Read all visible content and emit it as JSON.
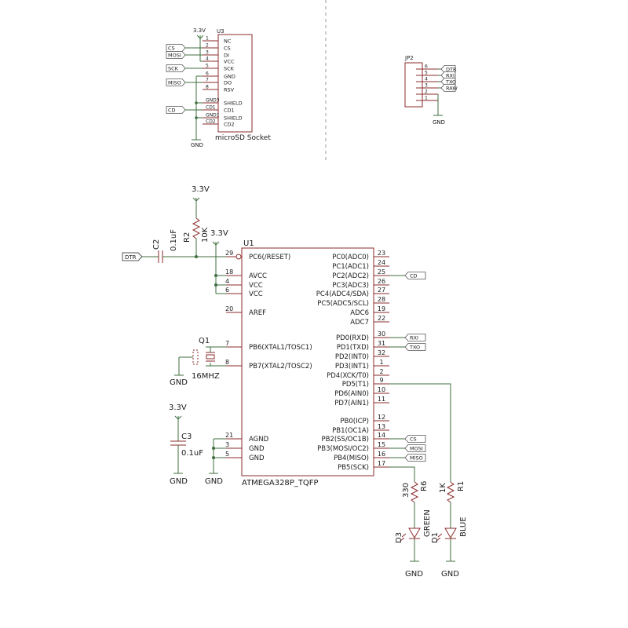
{
  "colors": {
    "symbol": "#8b2b2b",
    "wire": "#3f6e3f",
    "text": "#1a1a1a",
    "background": "#ffffff"
  },
  "microsd": {
    "power": "3.3V",
    "ref": "U3",
    "name": "microSD Socket",
    "gnd": "GND",
    "pin_names": [
      "NC",
      "CS",
      "DI",
      "VCC",
      "SCK",
      "GND",
      "DO",
      "RSV",
      "SHIELD",
      "CD1",
      "SHIELD",
      "CD2"
    ],
    "pin_numbers": [
      "1",
      "2",
      "3",
      "4",
      "5",
      "6",
      "7",
      "8",
      "GND3",
      "CD1",
      "GND1",
      "CD2"
    ],
    "net_labels": [
      "CS",
      "MOSI",
      "SCK",
      "MISO",
      "CD"
    ]
  },
  "jp2": {
    "ref": "JP2",
    "gnd": "GND",
    "pins": [
      "6",
      "5",
      "4",
      "3",
      "2",
      "1"
    ],
    "net_labels": [
      "DTR",
      "RXI",
      "TXO",
      "RAW"
    ]
  },
  "mcu": {
    "ref": "U1",
    "part": "ATMEGA328P_TQFP",
    "left_pins": [
      {
        "num": "29",
        "name": "PC6(/RESET)"
      },
      {
        "num": "18",
        "name": "AVCC"
      },
      {
        "num": "4",
        "name": "VCC"
      },
      {
        "num": "6",
        "name": "VCC"
      },
      {
        "num": "20",
        "name": "AREF"
      },
      {
        "num": "7",
        "name": "PB6(XTAL1/TOSC1)"
      },
      {
        "num": "8",
        "name": "PB7(XTAL2/TOSC2)"
      },
      {
        "num": "21",
        "name": "AGND"
      },
      {
        "num": "3",
        "name": "GND"
      },
      {
        "num": "5",
        "name": "GND"
      }
    ],
    "right_pins": [
      {
        "num": "23",
        "name": "PC0(ADC0)"
      },
      {
        "num": "24",
        "name": "PC1(ADC1)"
      },
      {
        "num": "25",
        "name": "PC2(ADC2)"
      },
      {
        "num": "26",
        "name": "PC3(ADC3)"
      },
      {
        "num": "27",
        "name": "PC4(ADC4/SDA)"
      },
      {
        "num": "28",
        "name": "PC5(ADC5/SCL)"
      },
      {
        "num": "19",
        "name": "ADC6"
      },
      {
        "num": "22",
        "name": "ADC7"
      },
      {
        "num": "30",
        "name": "PD0(RXD)"
      },
      {
        "num": "31",
        "name": "PD1(TXD)"
      },
      {
        "num": "32",
        "name": "PD2(INT0)"
      },
      {
        "num": "1",
        "name": "PD3(INT1)"
      },
      {
        "num": "2",
        "name": "PD4(XCK/T0)"
      },
      {
        "num": "9",
        "name": "PD5(T1)"
      },
      {
        "num": "10",
        "name": "PD6(AIN0)"
      },
      {
        "num": "11",
        "name": "PD7(AIN1)"
      },
      {
        "num": "12",
        "name": "PB0(ICP)"
      },
      {
        "num": "13",
        "name": "PB1(OC1A)"
      },
      {
        "num": "14",
        "name": "PB2(SS/OC1B)"
      },
      {
        "num": "15",
        "name": "PB3(MOSI/OC2)"
      },
      {
        "num": "16",
        "name": "PB4(MISO)"
      },
      {
        "num": "17",
        "name": "PB5(SCK)"
      }
    ],
    "net_labels": [
      "CD",
      "RXI",
      "TXO",
      "CS",
      "MOSI",
      "MISO"
    ]
  },
  "r2": {
    "ref": "R2",
    "value": "10K",
    "power": "3.3V"
  },
  "vcc_label": "3.3V",
  "c2": {
    "ref": "C2",
    "value": "0.1uF",
    "net": "DTR"
  },
  "q1": {
    "ref": "Q1",
    "value": "16MHZ",
    "gnd": "GND"
  },
  "c3": {
    "ref": "C3",
    "value": "0.1uF",
    "power": "3.3V",
    "gnd": "GND"
  },
  "gnd_label": "GND",
  "r6": {
    "ref": "R6",
    "value": "330"
  },
  "r1": {
    "ref": "R1",
    "value": "1K"
  },
  "d3": {
    "ref": "D3",
    "color": "GREEN",
    "gnd": "GND"
  },
  "d1": {
    "ref": "D1",
    "color": "BLUE",
    "gnd": "GND"
  }
}
